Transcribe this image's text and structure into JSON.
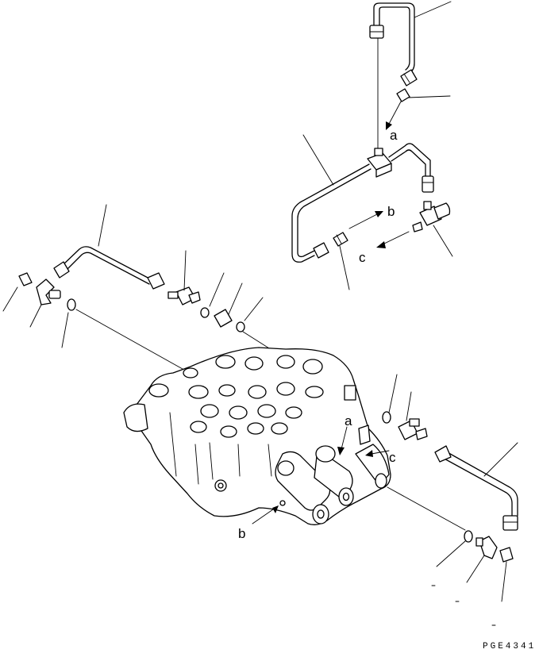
{
  "figure": {
    "ref_labels": {
      "a_upper": "a",
      "b_upper": "b",
      "c_upper": "c",
      "a_lower": "a",
      "c_lower": "c",
      "b_lower": "b"
    },
    "page_code": "PGE4341"
  }
}
